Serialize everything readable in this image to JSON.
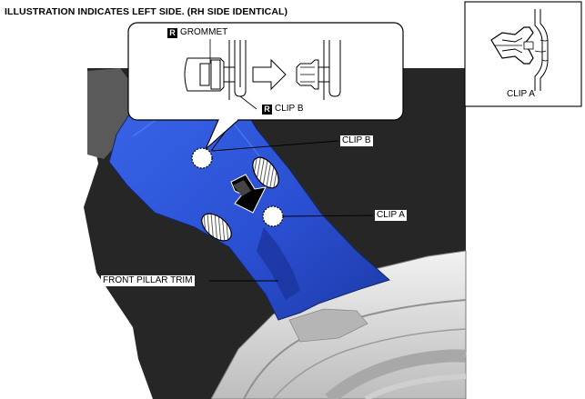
{
  "header": {
    "note": "ILLUSTRATION INDICATES LEFT SIDE. (RH SIDE IDENTICAL)"
  },
  "inset_detail": {
    "grommet_badge": "R",
    "grommet_label": "GROMMET",
    "clip_b_badge": "R",
    "clip_b_label": "CLIP B"
  },
  "clip_a_detail": {
    "label": "CLIP A"
  },
  "callouts": {
    "clip_b": "CLIP B",
    "clip_a": "CLIP A",
    "front_pillar_trim": "FRONT PILLAR TRIM"
  },
  "colors": {
    "trim_blue": "#2b54d8",
    "background_dark": "#262626",
    "dashboard_gray": "#d8d8d8"
  }
}
